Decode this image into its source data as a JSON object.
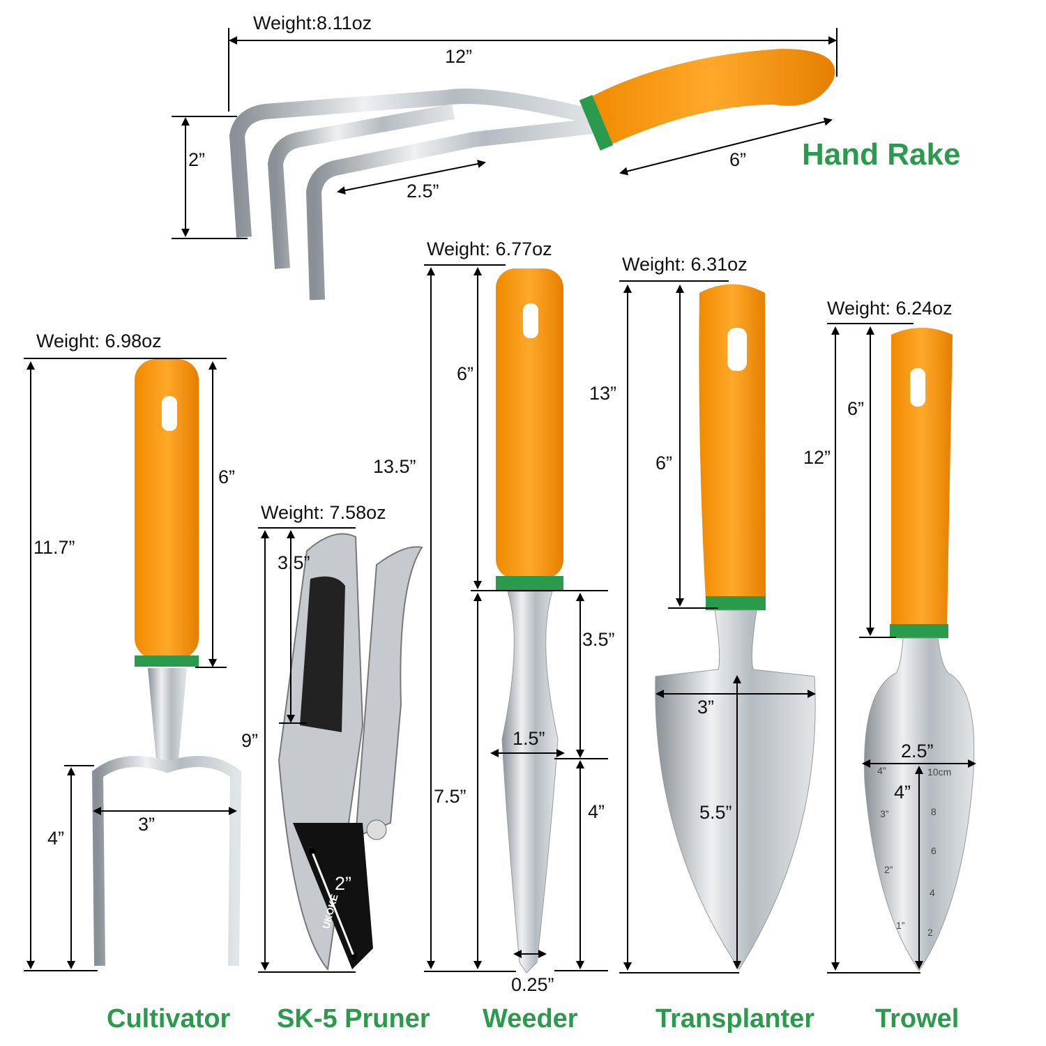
{
  "colors": {
    "handle": "#f59a12",
    "band": "#2a9a4c",
    "metal": "#c9cdd1",
    "label": "#2a9a4c"
  },
  "hand_rake": {
    "name": "Hand Rake",
    "weight": "Weight:8.11oz",
    "length": "12”",
    "tine_height": "2”",
    "tine_length": "2.5”",
    "handle": "6”"
  },
  "cultivator": {
    "name": "Cultivator",
    "weight": "Weight: 6.98oz",
    "length": "11.7”",
    "handle": "6”",
    "tines": "4”",
    "width": "3”"
  },
  "pruner": {
    "name": "SK-5 Pruner",
    "weight": "Weight: 7.58oz",
    "length": "9”",
    "handle": "3.5”",
    "blade": "2”",
    "brand": "UKOKE"
  },
  "weeder": {
    "name": "Weeder",
    "weight": "Weight: 6.77oz",
    "length": "13.5”",
    "handle": "6”",
    "shaft": "3.5”",
    "width": "1.5”",
    "head": "7.5”",
    "fork": "4”",
    "tip": "0.25”"
  },
  "transplanter": {
    "name": "Transplanter",
    "weight": "Weight: 6.31oz",
    "length": "13”",
    "handle": "6”",
    "width": "3”",
    "blade": "5.5”"
  },
  "trowel": {
    "name": "Trowel",
    "weight": "Weight: 6.24oz",
    "length": "12”",
    "handle": "6”",
    "width": "2.5”",
    "depth": "4”",
    "ruler": [
      "4”",
      "3”",
      "2”",
      "1”",
      "10cm",
      "8",
      "6",
      "4",
      "2"
    ]
  }
}
